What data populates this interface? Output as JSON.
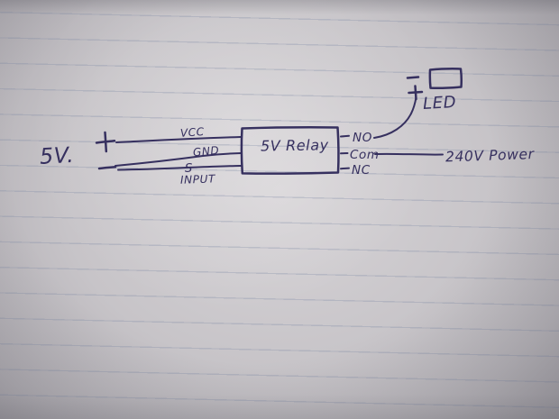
{
  "title": "Hand-drawn 5V relay wiring sketch",
  "colors": {
    "ink": "#36305f",
    "paper_light": "#d8d5d8",
    "paper_dark": "#a8a5ab",
    "rule_line": "#8f9ab0"
  },
  "labels": {
    "supply": "5V.",
    "supply_plus": "+",
    "supply_minus": "-",
    "pin_vcc": "VCC",
    "pin_gnd": "GND",
    "pin_s": "S",
    "pin_input": "INPUT",
    "relay": "5V Relay",
    "contact_no": "NO",
    "contact_com": "Com",
    "contact_nc": "NC",
    "led": "LED",
    "led_plus": "+",
    "led_minus": "-",
    "power": "240V Power"
  }
}
